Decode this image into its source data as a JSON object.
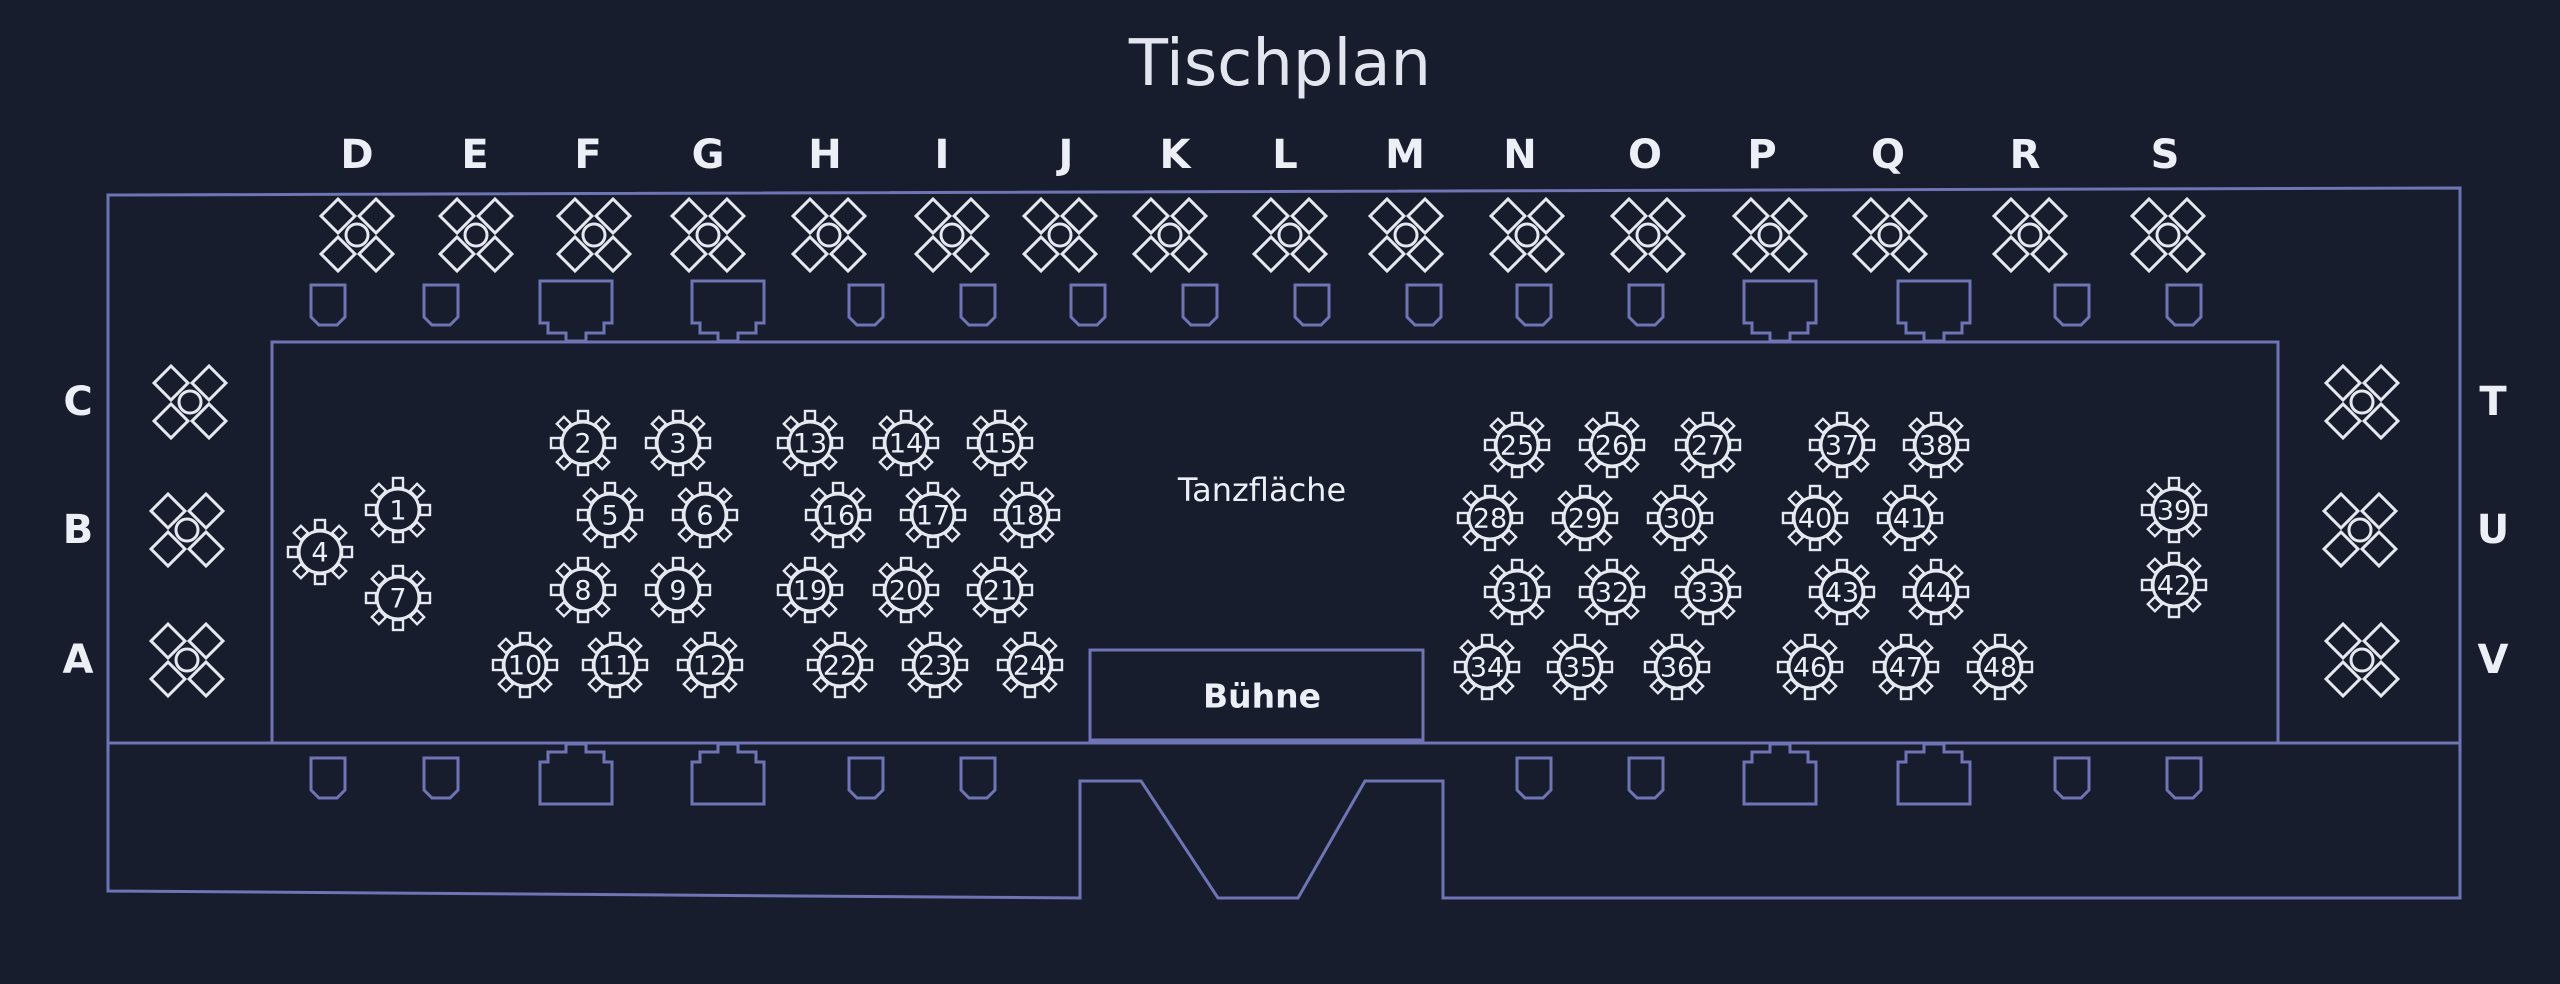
{
  "title": "Tischplan",
  "dance_floor_label": "Tanzfläche",
  "stage_label": "Bühne",
  "colors": {
    "background": "#181d2e",
    "walls": "#6f74b4",
    "tables": "#e6e8ef",
    "text": "#eceff5"
  },
  "lettered_tables_top": [
    "D",
    "E",
    "F",
    "G",
    "H",
    "I",
    "J",
    "K",
    "L",
    "M",
    "N",
    "O",
    "P",
    "Q",
    "R",
    "S"
  ],
  "lettered_tables_left": [
    "C",
    "B",
    "A"
  ],
  "lettered_tables_right": [
    "T",
    "U",
    "V"
  ],
  "numbered_tables": [
    "1",
    "2",
    "3",
    "4",
    "5",
    "6",
    "7",
    "8",
    "9",
    "10",
    "11",
    "12",
    "13",
    "14",
    "15",
    "16",
    "17",
    "18",
    "19",
    "20",
    "21",
    "22",
    "23",
    "24",
    "25",
    "26",
    "27",
    "28",
    "29",
    "30",
    "31",
    "32",
    "33",
    "34",
    "35",
    "36",
    "37",
    "38",
    "39",
    "40",
    "41",
    "42",
    "43",
    "44",
    "46",
    "47",
    "48"
  ]
}
